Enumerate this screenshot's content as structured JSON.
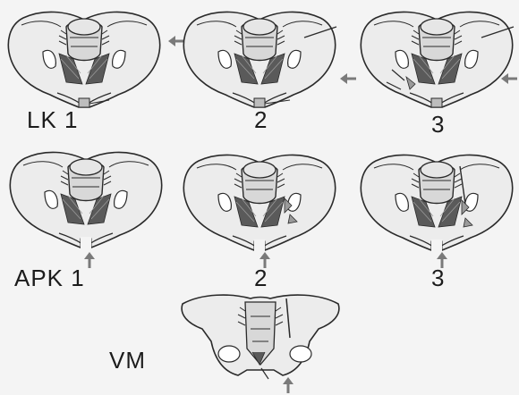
{
  "labels": {
    "lk1": "LK 1",
    "lk2": "2",
    "lk3": "3",
    "apk1": "APK 1",
    "apk2": "2",
    "apk3": "3",
    "vm": "VM"
  },
  "colors": {
    "bone_fill": "#ececec",
    "outline": "#2a2a2a",
    "muscle": "#5a5a5a",
    "arrow": "#7a7a7a",
    "background": "#f4f4f4"
  },
  "panels": [
    {
      "id": "lk1",
      "arrow": "right-side",
      "fracture": "lateral-minor"
    },
    {
      "id": "lk2",
      "arrow": "right-low",
      "fracture": "lateral-iliac"
    },
    {
      "id": "lk3",
      "arrow": "right-low",
      "fracture": "lateral-contralateral"
    },
    {
      "id": "apk1",
      "arrow": "bottom",
      "fracture": "symphysis-diastasis"
    },
    {
      "id": "apk2",
      "arrow": "bottom",
      "fracture": "anterior-si-open"
    },
    {
      "id": "apk3",
      "arrow": "bottom",
      "fracture": "complete-disruption"
    },
    {
      "id": "vm",
      "arrow": "bottom",
      "fracture": "vertical-shear"
    }
  ]
}
